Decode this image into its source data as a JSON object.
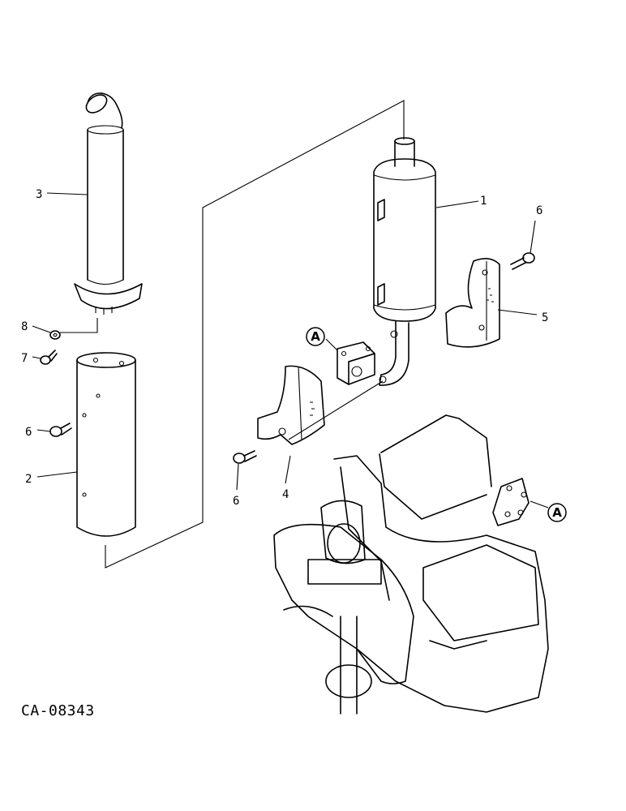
{
  "callouts": {
    "c1": "1",
    "c2": "2",
    "c3": "3",
    "c4": "4",
    "c5": "5",
    "c6a": "6",
    "c6b": "6",
    "c6c": "6",
    "c7": "7",
    "c8": "8"
  },
  "connection_marks": {
    "a_left": "A",
    "a_right": "A"
  },
  "reference_code": "CA-08343"
}
